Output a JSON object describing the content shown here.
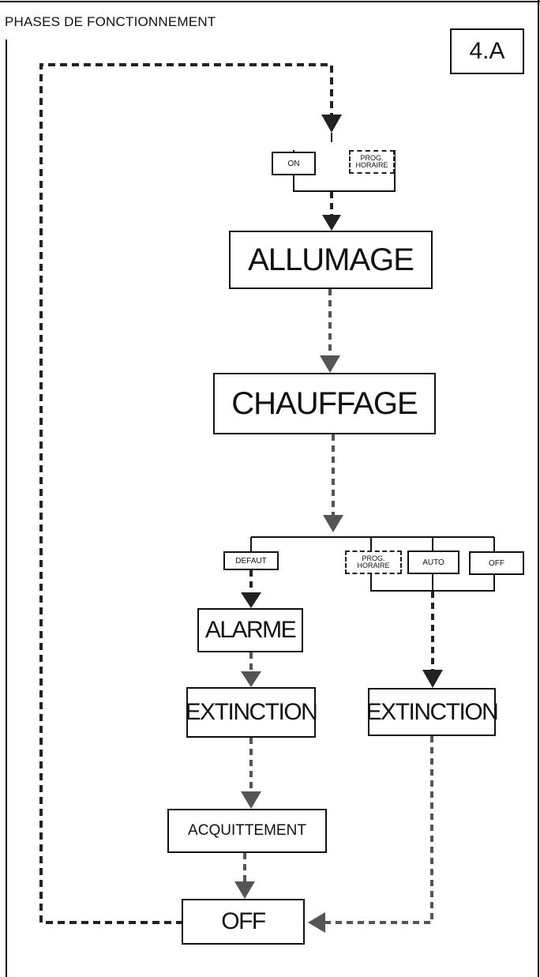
{
  "title": "PHASES DE FONCTIONNEMENT",
  "badge": "4.A",
  "nodes": {
    "on": "ON",
    "prog_horaire_top": "PROG. HORAIRE",
    "allumage": "ALLUMAGE",
    "chauffage": "CHAUFFAGE",
    "defaut": "DEFAUT",
    "prog_horaire_bottom": "PROG. HORAIRE",
    "auto": "AUTO",
    "off_small": "OFF",
    "alarme": "ALARME",
    "extinction_left": "EXTINCTION",
    "extinction_right": "EXTINCTION",
    "acquittement": "ACQUITTEMENT",
    "off_final": "OFF"
  },
  "colors": {
    "line": "#1a1a1a",
    "arrow_gray": "#555555"
  }
}
